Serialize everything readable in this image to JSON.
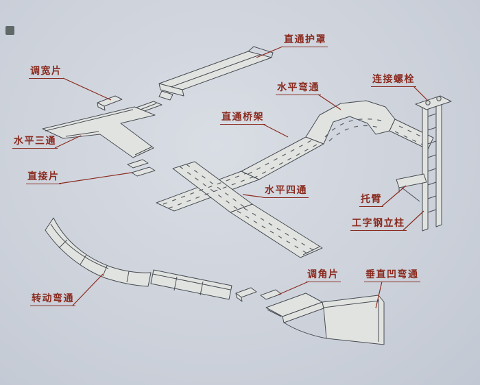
{
  "diagram_type": "cable-tray-assembly-exploded-view",
  "colors": {
    "background": "#cdd2db",
    "drawing_line": "#474b52",
    "part_fill": "#e1e3e0",
    "label_text": "#8a2a1e"
  },
  "labels": [
    {
      "name": "straight-cover",
      "text": "直通护罩"
    },
    {
      "name": "width-adjust-plate",
      "text": "调宽片"
    },
    {
      "name": "horizontal-bend",
      "text": "水平弯通"
    },
    {
      "name": "connecting-bolt",
      "text": "连接螺栓"
    },
    {
      "name": "straight-tray",
      "text": "直通桥架"
    },
    {
      "name": "horizontal-tee",
      "text": "水平三通"
    },
    {
      "name": "direct-plate",
      "text": "直接片"
    },
    {
      "name": "horizontal-cross",
      "text": "水平四通"
    },
    {
      "name": "support-arm",
      "text": "托臂"
    },
    {
      "name": "i-beam-column",
      "text": "工字钢立柱"
    },
    {
      "name": "angle-adjust-plate",
      "text": "调角片"
    },
    {
      "name": "vertical-concave-bend",
      "text": "垂直凹弯通"
    },
    {
      "name": "rotating-bend",
      "text": "转动弯通"
    }
  ]
}
